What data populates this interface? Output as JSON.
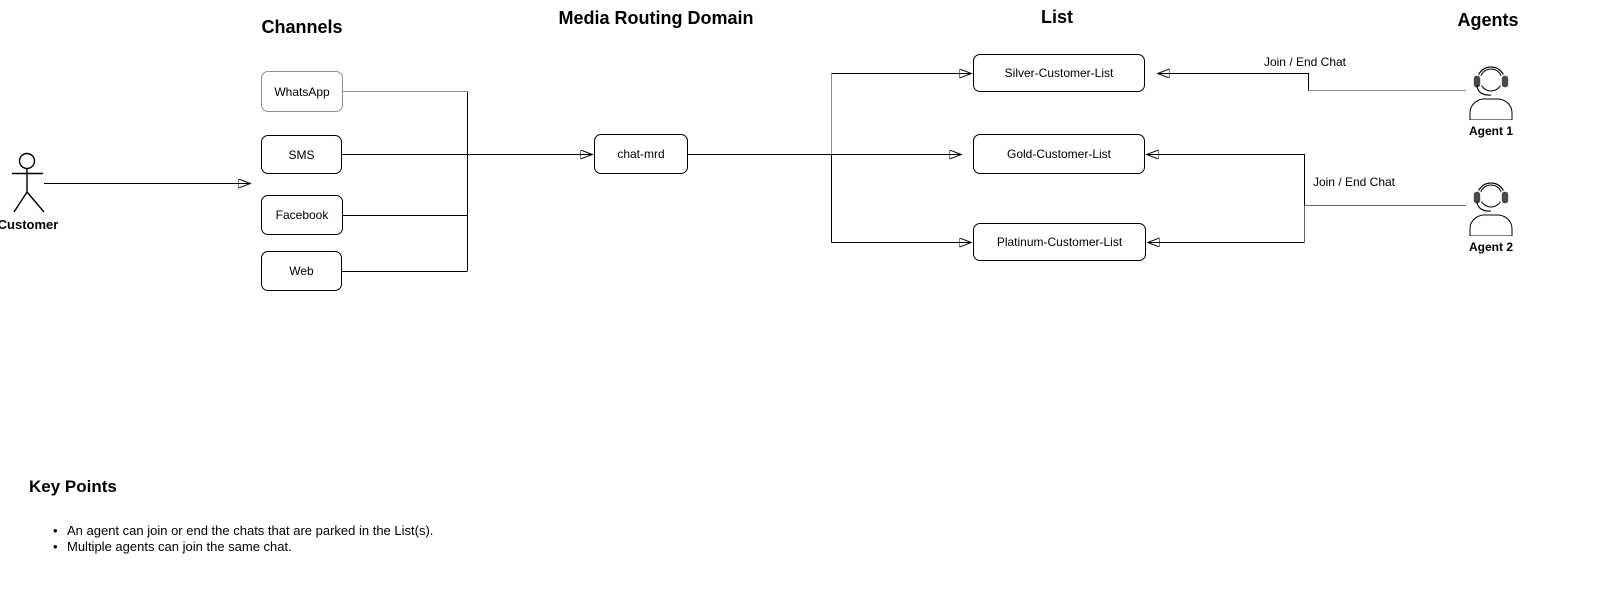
{
  "headings": {
    "channels": "Channels",
    "media_routing_domain": "Media Routing Domain",
    "list": "List",
    "agents": "Agents"
  },
  "actor": {
    "label": "Customer"
  },
  "channels": [
    {
      "label": "WhatsApp"
    },
    {
      "label": "SMS"
    },
    {
      "label": "Facebook"
    },
    {
      "label": "Web"
    }
  ],
  "mrd": {
    "label": "chat-mrd"
  },
  "lists": [
    {
      "label": "Silver-Customer-List"
    },
    {
      "label": "Gold-Customer-List"
    },
    {
      "label": "Platinum-Customer-List"
    }
  ],
  "agents": [
    {
      "label": "Agent 1",
      "edge_label": "Join / End Chat"
    },
    {
      "label": "Agent 2",
      "edge_label": "Join / End Chat"
    }
  ],
  "key_points": {
    "title": "Key Points",
    "bullets": [
      "An agent can join or end the chats that are parked in the List(s).",
      "Multiple agents can join the same chat."
    ]
  },
  "colors": {
    "line": "#000000",
    "muted_line": "#8f8f8f",
    "mid_line": "#666666",
    "agent_icon_fill": "#4a4a4a",
    "background": "#ffffff"
  }
}
